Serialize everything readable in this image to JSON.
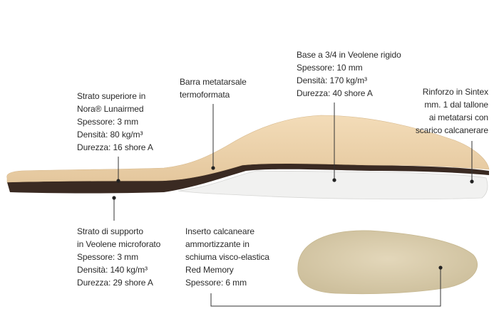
{
  "labels": {
    "top_layer": [
      "Strato superiore in",
      "Nora® Lunairmed",
      "Spessore: 3 mm",
      "Densità: 80 kg/m³",
      "Durezza: 16 shore A"
    ],
    "metatarsal_bar": [
      "Barra metatarsale",
      "termoformata"
    ],
    "base": [
      "Base a 3/4 in Veolene rigido",
      "Spessore: 10 mm",
      "Densità: 170 kg/m³",
      "Durezza: 40 shore A"
    ],
    "reinforcement": [
      "Rinforzo in Sintex",
      "mm. 1 dal tallone",
      "ai metatarsi con",
      "scarico calcanerare"
    ],
    "support_layer": [
      "Strato di supporto",
      "in Veolene microforato",
      "Spessore: 3 mm",
      "Densità: 140 kg/m³",
      "Durezza: 29 shore A"
    ],
    "heel_insert": [
      "Inserto calcaneare",
      "ammortizzante in",
      "schiuma visco-elastica",
      "Red Memory",
      "Spessore: 6 mm"
    ]
  },
  "colors": {
    "leather": "#ecd3ae",
    "dark_layer": "#3a2a22",
    "white_foam": "#f1f1f0",
    "insole_top": "#d9cdae",
    "leader_line": "#333333"
  }
}
